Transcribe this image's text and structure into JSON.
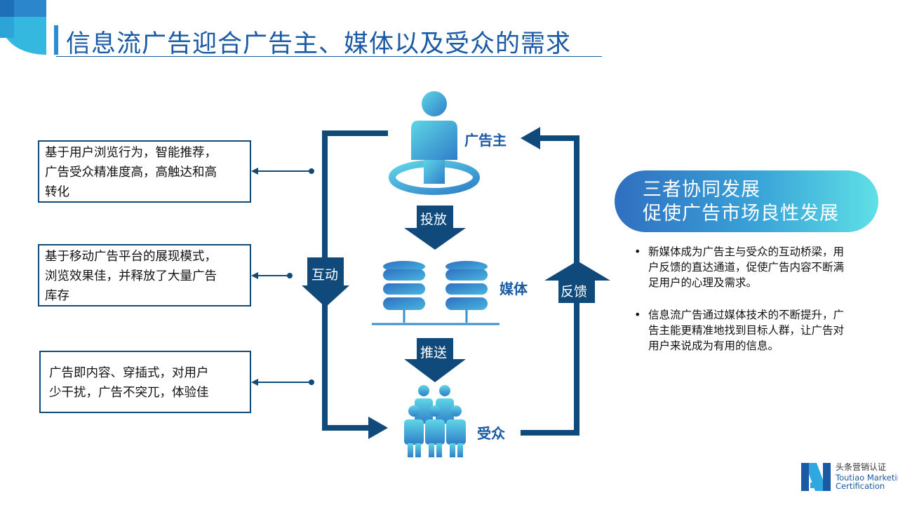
{
  "title": "信息流广告迎合广告主、媒体以及受众的需求",
  "nodes": {
    "advertiser": "广告主",
    "media": "媒体",
    "audience": "受众"
  },
  "arrows": {
    "deliver": "投放",
    "push": "推送",
    "interact": "互动",
    "feedback": "反馈"
  },
  "left_boxes": [
    {
      "lines": [
        "基于用户浏览行为，智能推荐，",
        "广告受众精准度高，高触达和高",
        "转化"
      ]
    },
    {
      "lines": [
        "基于移动广告平台的展现模式，",
        "浏览效果佳，并释放了大量广告",
        "库存"
      ]
    },
    {
      "lines": [
        "广告即内容、穿插式，对用户",
        "少干扰，广告不突兀，体验佳"
      ]
    }
  ],
  "pill": {
    "line1": "三者协同发展",
    "line2": "促使广告市场良性发展"
  },
  "bullets": [
    {
      "lines": [
        "新媒体成为广告主与受众的互动桥梁，用",
        "户反馈的直达通道，促使广告内容不断满",
        "足用户的心理及需求。"
      ]
    },
    {
      "lines": [
        "信息流广告通过媒体技术的不断提升，广",
        "告主能更精准地找到目标人群，让广告对",
        "用户来说成为有用的信息。"
      ]
    }
  ],
  "logo": {
    "cn": "头条营销认证",
    "en1": "Toutiao Marketing",
    "en2": "Certification"
  },
  "colors": {
    "title": "#1a5aa4",
    "dark_navy": "#124a78",
    "arrow": "#0f4a7a",
    "gradient_start": "#2f6fc0",
    "gradient_end": "#5fe0e6"
  }
}
